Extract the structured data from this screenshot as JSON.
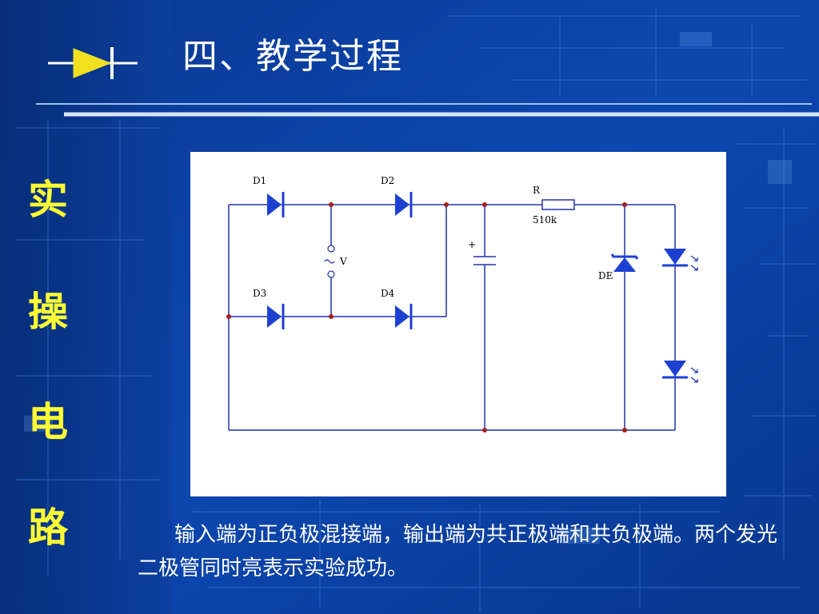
{
  "slide": {
    "title": "四、教学过程",
    "side_title": [
      "实",
      "操",
      "电",
      "路"
    ],
    "caption": "输入端为正负极混接端，输出端为共正极端和共负极端。两个发光二极管同时亮表示实验成功。"
  },
  "circuit": {
    "labels": {
      "d1": "D1",
      "d2": "D2",
      "d3": "D3",
      "d4": "D4",
      "r": "R",
      "r_value": "510k",
      "source": "V",
      "cap_plus": "+",
      "zener": "DE"
    }
  },
  "colors": {
    "background": "#0b3f9e",
    "title_text": "#ffffff",
    "side_text": "#ffff33",
    "wire": "#2233aa",
    "diode_fill": "#1e40d0",
    "node_dot": "#a02020",
    "logo_diode": "#f0e020"
  },
  "icons": {
    "logo": "diode-arrow-icon"
  }
}
